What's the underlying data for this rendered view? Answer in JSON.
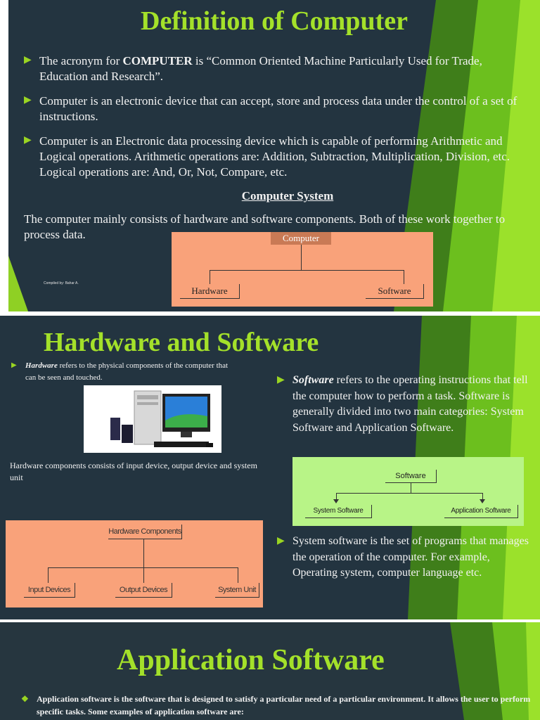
{
  "colors": {
    "slide_bg": "#233440",
    "accent_green": "#a4e12a",
    "orange_box": "#f9a27a",
    "green_box": "#b8f487"
  },
  "slide1": {
    "title": "Definition of Computer",
    "bullets": [
      {
        "lead": "The acronym for ",
        "bold": "COMPUTER",
        "rest": " is “Common Oriented Machine Particularly Used for Trade, Education and Research”."
      },
      {
        "text": "Computer is an electronic device that can accept, store and process data under the control of a set of instructions."
      },
      {
        "text": "Computer is an Electronic data processing device which is capable of performing Arithmetic and Logical operations. Arithmetic operations are: Addition, Subtraction, Multiplication, Division, etc. Logical operations are: And, Or, Not, Compare, etc."
      }
    ],
    "section_heading": "Computer System",
    "paragraph": "The computer mainly consists of hardware and software components. Both of these work together to process data.",
    "diagram": {
      "root": "Computer",
      "children": [
        "Hardware",
        "Software"
      ]
    },
    "credit": "Compiled by: Bahar A."
  },
  "slide2": {
    "title": "Hardware and Software",
    "hardware_bullet": {
      "term": "Hardware",
      "text": " refers to the physical components of the computer that can be seen and touched."
    },
    "hardware_components_text": "Hardware components consists of input device, output device and system unit",
    "hardware_diagram": {
      "root": "Hardware Components",
      "children": [
        "Input Devices",
        "Output Devices",
        "System Unit"
      ]
    },
    "software_bullet": {
      "term": "Software",
      "text": " refers to the operating instructions that tell the computer how to perform a task. Software is generally divided into two main categories: System Software and Application Software."
    },
    "software_diagram": {
      "root": "Software",
      "children": [
        "System Software",
        "Application Software"
      ]
    },
    "system_software_bullet": "System software is the set of programs that manages the operation of the computer. For example, Operating system, computer language etc."
  },
  "slide3": {
    "title": "Application Software",
    "bullet": {
      "term": "Application software",
      "text": " is the software that is designed to satisfy a particular need of a particular environment. It allows the user to perform specific tasks. Some examples of application software are:"
    }
  }
}
